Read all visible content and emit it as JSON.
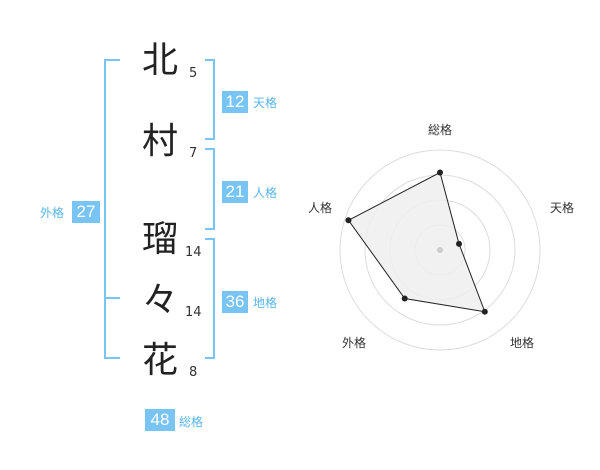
{
  "name": {
    "chars": [
      {
        "char": "北",
        "strokes": "5"
      },
      {
        "char": "村",
        "strokes": "7"
      },
      {
        "char": "瑠",
        "strokes": "14"
      },
      {
        "char": "々",
        "strokes": "14"
      },
      {
        "char": "花",
        "strokes": "8"
      }
    ]
  },
  "kaku": {
    "tenkaku": {
      "value": "12",
      "label": "天格"
    },
    "jinkaku": {
      "value": "21",
      "label": "人格"
    },
    "chikaku": {
      "value": "36",
      "label": "地格"
    },
    "gaikaku": {
      "value": "27",
      "label": "外格"
    },
    "soukaku": {
      "value": "48",
      "label": "総格"
    }
  },
  "colors": {
    "accent": "#78c5f5",
    "bracket": "#78c5f5",
    "radar_fill": "#eeeeee",
    "radar_grid": "#dddddd"
  },
  "radar": {
    "axes": [
      "総格",
      "天格",
      "地格",
      "外格",
      "人格"
    ],
    "levels": 4,
    "max": 4,
    "values": {
      "総格": 3.1,
      "天格": 0.8,
      "地格": 3.05,
      "外格": 2.4,
      "人格": 3.85
    }
  }
}
